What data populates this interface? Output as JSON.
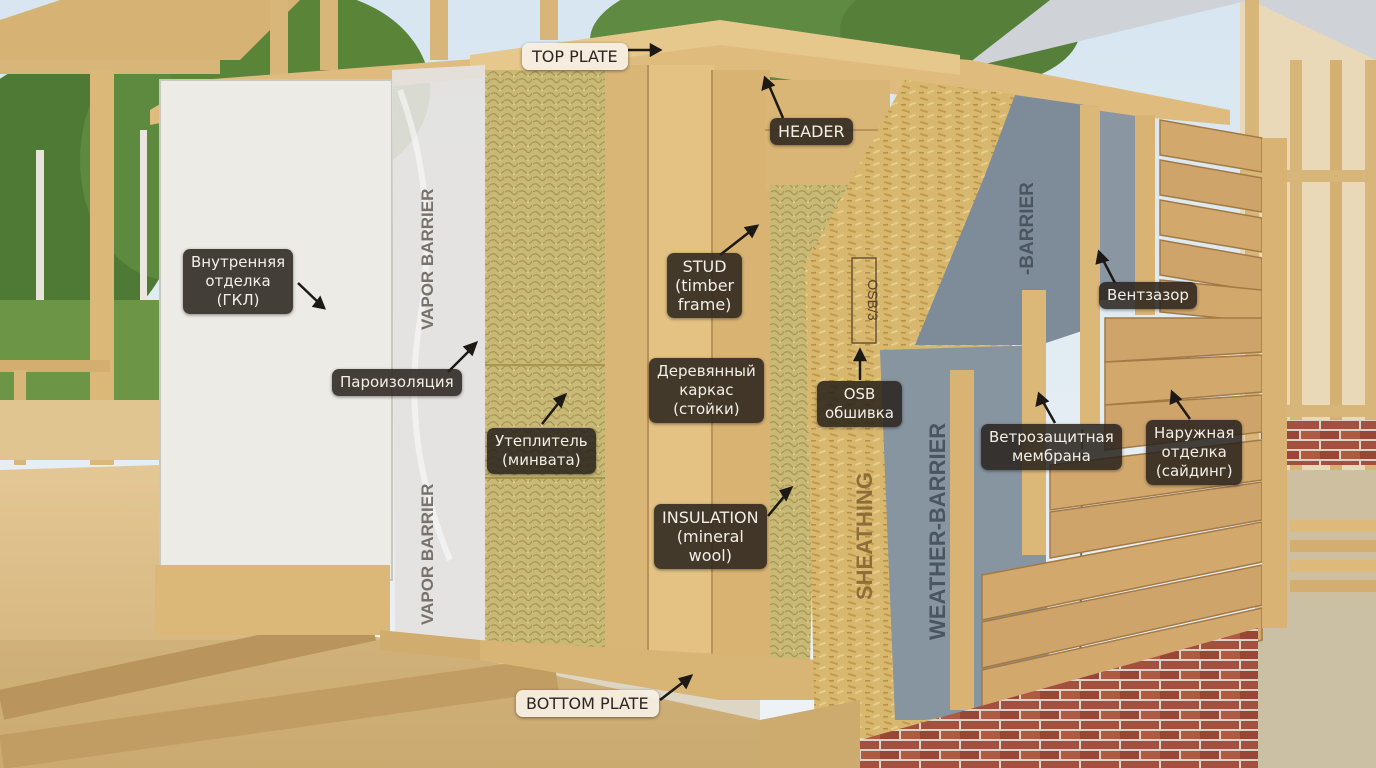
{
  "callouts": {
    "top_plate": "TOP PLATE",
    "header": "HEADER",
    "interior_finish": "Внутренняя\nотделка\n(ГКЛ)",
    "vapor_barrier_ru": "Пароизоляция",
    "insulation_ru": "Утеплитель\n(минвата)",
    "stud_en": "STUD\n(timber\nframe)",
    "timber_frame_ru": "Деревянный\nкаркас\n(стойки)",
    "insulation_en": "INSULATION\n(mineral\nwool)",
    "osb_ru": "OSB\nобшивка",
    "wind_membrane_ru": "Ветрозащитная\nмембрана",
    "exterior_finish_ru": "Наружная\nотделка\n(сайдинг)",
    "vent_gap_ru": "Вентзазор",
    "bottom_plate": "BOTTOM PLATE"
  },
  "material_prints": {
    "vapor_barrier": "VAPOR BARRIER",
    "osb_grade": "OSB/3",
    "sheathing": "SHEATHING",
    "weather_barrier": "WEATHER-BARRIER",
    "weather_barrier_short": "-BARRIER"
  },
  "colors": {
    "callout_bg": "#2b2520",
    "plate_label_bg": "#f6f0e4",
    "timber": "#dcb878",
    "drywall": "#ecebe6",
    "mineral_wool": "#c9b977",
    "osb": "#d8b86e",
    "membrane": "#7e8c99",
    "siding": "#cfa46a",
    "brick": "#a4503e"
  }
}
